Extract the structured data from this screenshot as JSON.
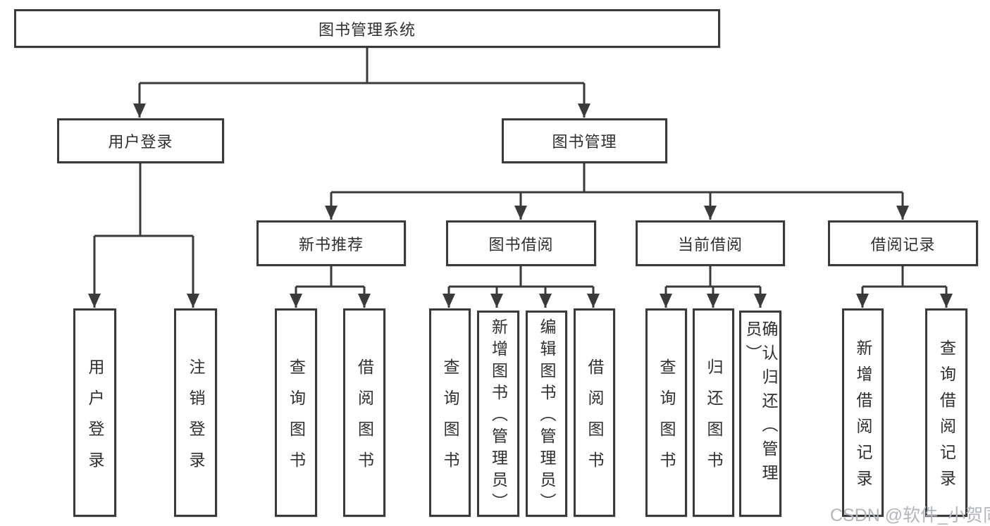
{
  "tree": {
    "root": "图书管理系统",
    "branches": [
      {
        "label": "用户登录",
        "children": [
          "用户登录",
          "注销登录"
        ]
      },
      {
        "label": "图书管理",
        "sections": [
          {
            "label": "新书推荐",
            "children": [
              "查询图书",
              "借阅图书"
            ]
          },
          {
            "label": "图书借阅",
            "children": [
              "查询图书",
              "新增图书（管理员）",
              "编辑图书（管理员）",
              "借阅图书"
            ]
          },
          {
            "label": "当前借阅",
            "children": [
              "查询图书",
              "归还图书",
              "确认归还（管理员）"
            ]
          },
          {
            "label": "借阅记录",
            "children": [
              "新增借阅记录",
              "查询借阅记录"
            ]
          }
        ]
      }
    ]
  },
  "watermark": "CSDN @软件_小贺同学",
  "colors": {
    "line": "#3a3a3a",
    "text": "#2f2f2f",
    "watermark": "#b2b6bb",
    "background": "#ffffff"
  }
}
